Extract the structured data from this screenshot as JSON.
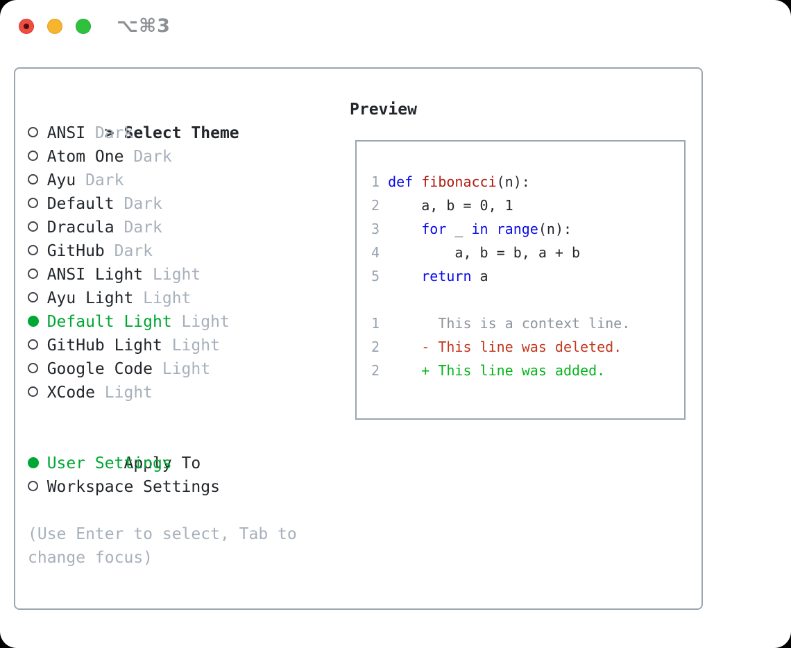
{
  "window": {
    "title": "⌥⌘3",
    "traffic_lights": [
      {
        "name": "close",
        "has_dot": true
      },
      {
        "name": "minimize",
        "has_dot": false
      },
      {
        "name": "zoom",
        "has_dot": false
      }
    ]
  },
  "theme_picker": {
    "prompt": ">",
    "title": "Select Theme",
    "items": [
      {
        "name": "ANSI",
        "variant": "Dark",
        "selected": false
      },
      {
        "name": "Atom One",
        "variant": "Dark",
        "selected": false
      },
      {
        "name": "Ayu",
        "variant": "Dark",
        "selected": false
      },
      {
        "name": "Default",
        "variant": "Dark",
        "selected": false
      },
      {
        "name": "Dracula",
        "variant": "Dark",
        "selected": false
      },
      {
        "name": "GitHub",
        "variant": "Dark",
        "selected": false
      },
      {
        "name": "ANSI Light",
        "variant": "Light",
        "selected": false
      },
      {
        "name": "Ayu Light",
        "variant": "Light",
        "selected": false
      },
      {
        "name": "Default Light",
        "variant": "Light",
        "selected": true
      },
      {
        "name": "GitHub Light",
        "variant": "Light",
        "selected": false
      },
      {
        "name": "Google Code",
        "variant": "Light",
        "selected": false
      },
      {
        "name": "XCode",
        "variant": "Light",
        "selected": false
      }
    ]
  },
  "apply_to": {
    "title": "Apply To",
    "options": [
      {
        "label": "User Settings",
        "selected": true
      },
      {
        "label": "Workspace Settings",
        "selected": false
      }
    ]
  },
  "help_text": "(Use Enter to select, Tab to change focus)",
  "preview": {
    "title": "Preview",
    "lines": [
      {
        "num": "1",
        "segments": [
          {
            "t": "def",
            "c": "kw"
          },
          {
            "t": " "
          },
          {
            "t": "fibonacci",
            "c": "fn"
          },
          {
            "t": "(n):"
          }
        ]
      },
      {
        "num": "2",
        "segments": [
          {
            "t": "    a, b = 0, 1"
          }
        ]
      },
      {
        "num": "3",
        "segments": [
          {
            "t": "    "
          },
          {
            "t": "for",
            "c": "kw"
          },
          {
            "t": " _ "
          },
          {
            "t": "in",
            "c": "kw"
          },
          {
            "t": " "
          },
          {
            "t": "range",
            "c": "kw"
          },
          {
            "t": "(n):"
          }
        ]
      },
      {
        "num": "4",
        "segments": [
          {
            "t": "        a, b = b, a + b"
          }
        ]
      },
      {
        "num": "5",
        "segments": [
          {
            "t": "    "
          },
          {
            "t": "return",
            "c": "kw"
          },
          {
            "t": " a"
          }
        ]
      },
      {
        "num": "",
        "segments": []
      },
      {
        "num": "1",
        "segments": [
          {
            "t": "      This is a context line.",
            "c": "ctx"
          }
        ]
      },
      {
        "num": "2",
        "segments": [
          {
            "t": "    - This line was deleted.",
            "c": "del"
          }
        ]
      },
      {
        "num": "2",
        "segments": [
          {
            "t": "    + This line was added.",
            "c": "add"
          }
        ]
      }
    ]
  },
  "colors": {
    "text": "#22262b",
    "muted": "#a7b0bb",
    "ctx": "#8d949c",
    "ln": "#98a2af",
    "green": "#00a733",
    "add": "#06b41c",
    "del": "#c2371e",
    "kw": "#0a0ae8",
    "fn": "#ae1a10",
    "border": "#9da5af",
    "radio": "#3e444b",
    "title": "#8d9095",
    "tl-close": "#ee4d42",
    "tl-min": "#f6b52d",
    "tl-zoom": "#2ec13e"
  }
}
